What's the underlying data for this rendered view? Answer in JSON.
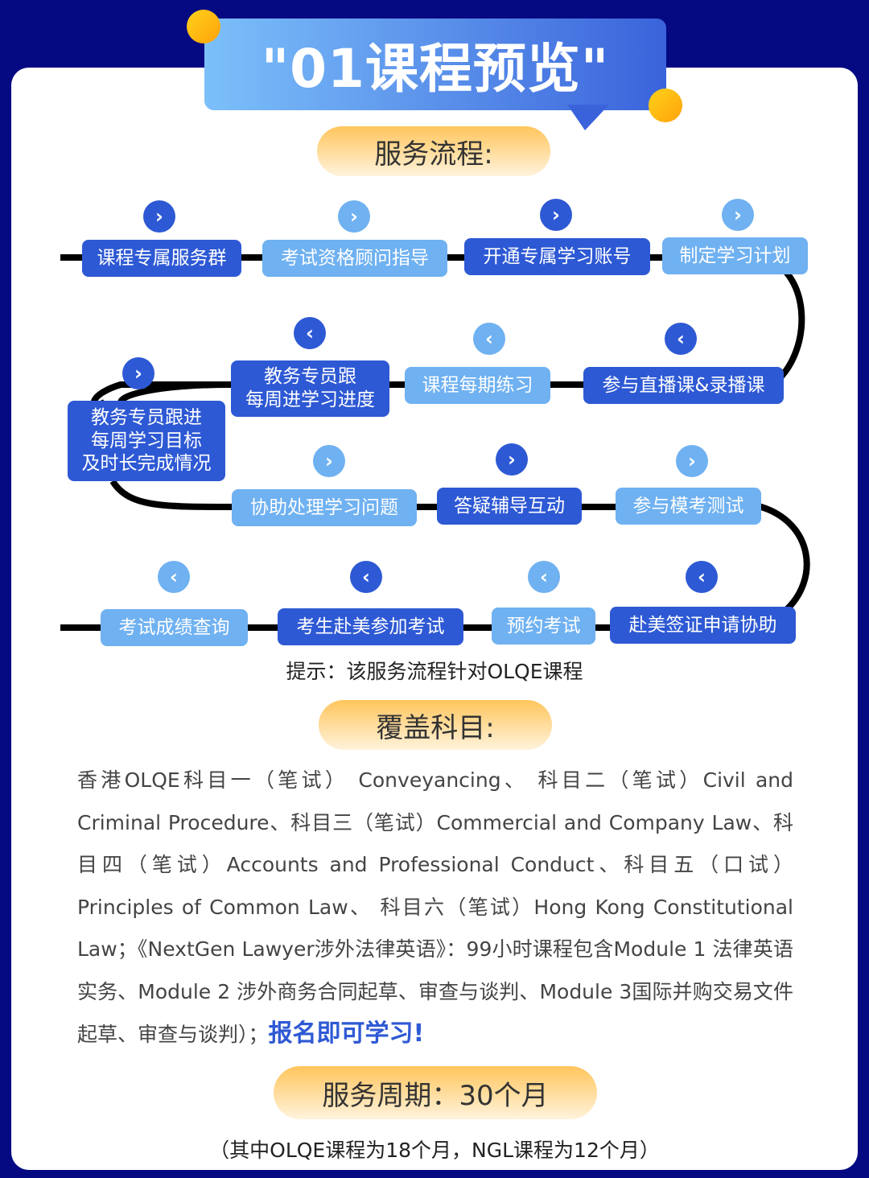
{
  "header": {
    "title": "\"01课程预览\""
  },
  "sections": {
    "process": "服务流程:",
    "subjects": "覆盖科目:",
    "period": "服务周期：30个月"
  },
  "flow": {
    "row1": [
      "课程专属服务群",
      "考试资格顾问指导",
      "开通专属学习账号",
      "制定学习计划"
    ],
    "row2": [
      "参与直播课&录播课",
      "课程每期练习",
      "教务专员跟\n每周进学习进度",
      "教务专员跟进\n每周学习目标\n及时长完成情况"
    ],
    "row3": [
      "协助处理学习问题",
      "答疑辅导互动",
      "参与模考测试"
    ],
    "row4": [
      "赴美签证申请协助",
      "预约考试",
      "考生赴美参加考试",
      "考试成绩查询"
    ],
    "arrow_right": "›",
    "arrow_left": "‹"
  },
  "note": "提示：该服务流程针对OLQE课程",
  "subjects_text": "香港OLQE科目一（笔试） Conveyancing、 科目二（笔试）Civil and Criminal Procedure、科目三（笔试）Commercial and Company Law、科目四（笔试）Accounts and Professional Conduct、科目五（口试）Principles of Common Law、 科目六（笔试）Hong Kong Constitutional Law；《NextGen Lawyer涉外法律英语》：99小时课程包含Module 1 法律英语实务、Module 2 涉外商务合同起草、审查与谈判、Module 3国际并购交易文件起草、审查与谈判）；",
  "subjects_highlight": "报名即可学习!",
  "period_note": "（其中OLQE课程为18个月，NGL课程为12个月）",
  "colors": {
    "dark": "#2e59d4",
    "light": "#6fb1f1",
    "navy": "#050a82"
  }
}
